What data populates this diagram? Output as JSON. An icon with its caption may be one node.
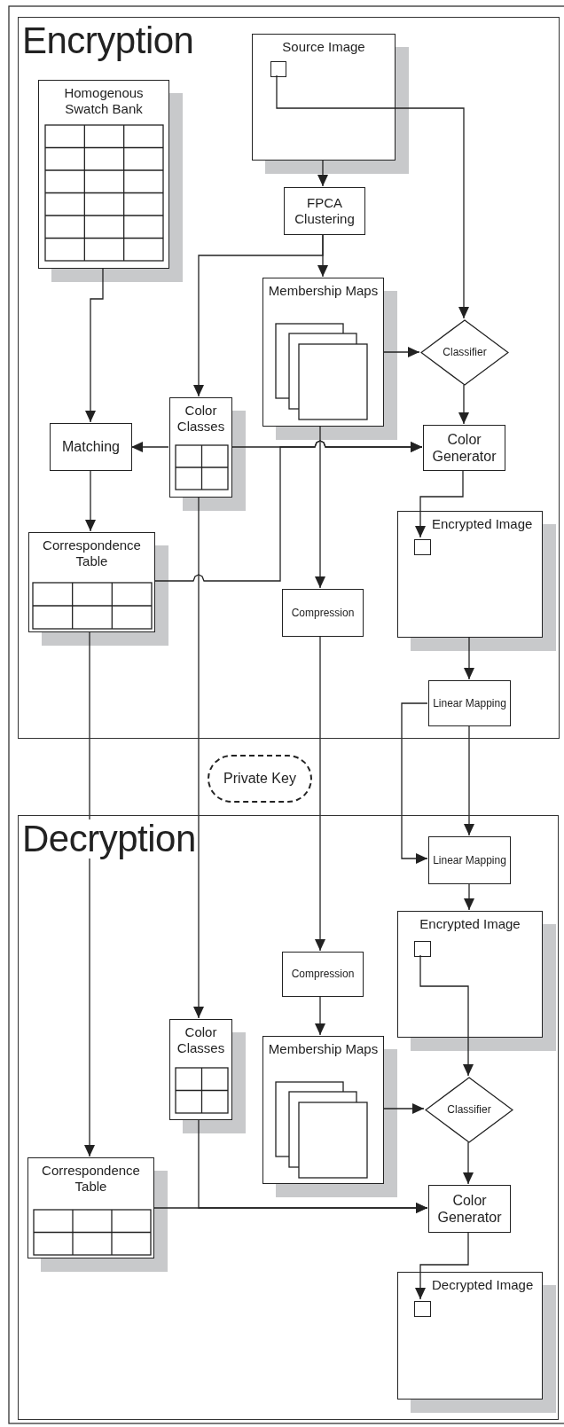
{
  "diagram": {
    "nodes": [
      {
        "text": [
          "Encryption"
        ]
      },
      {
        "text": [
          "Source Image"
        ],
        "in": 0
      },
      {
        "text": [],
        "shape": "box",
        "in": 1
      },
      {
        "text": [
          "Homogenous Swatch Bank"
        ],
        "in": 0
      },
      {
        "text": [
          "FPCA Clustering"
        ],
        "in": 0
      },
      {
        "text": [
          "Membership Maps"
        ],
        "in": 0
      },
      {
        "text": [
          "Classifier"
        ],
        "in": 0
      },
      {
        "text": [
          "Color Classes"
        ],
        "in": 0
      },
      {
        "text": [
          "Matching"
        ],
        "in": 0
      },
      {
        "text": [
          "Color Generator"
        ],
        "in": 0
      },
      {
        "text": [
          "Correspondence Table"
        ],
        "in": 0
      },
      {
        "text": [
          "Compression"
        ],
        "in": 0
      },
      {
        "text": [
          "Encrypted Image"
        ],
        "in": 0
      },
      {
        "text": [],
        "shape": "box",
        "in": 12
      },
      {
        "text": [
          "Linear Mapping"
        ],
        "in": 0
      },
      {
        "text": [
          "Private Key"
        ]
      },
      {
        "text": [
          "Decryption"
        ]
      },
      {
        "text": [
          "Linear Mapping"
        ],
        "in": 16
      },
      {
        "text": [
          "Encrypted Image"
        ],
        "in": 16
      },
      {
        "text": [],
        "shape": "box",
        "in": 18
      },
      {
        "text": [
          "Compression"
        ],
        "in": 16
      },
      {
        "text": [
          "Color Classes"
        ],
        "in": 16
      },
      {
        "text": [
          "Membership Maps"
        ],
        "in": 16
      },
      {
        "text": [
          "Classifier"
        ],
        "in": 16
      },
      {
        "text": [
          "Correspondence Table"
        ],
        "in": 16
      },
      {
        "text": [
          "Color Generator"
        ],
        "in": 16
      },
      {
        "text": [
          "Decrypted Image"
        ],
        "in": 16
      },
      {
        "text": [],
        "shape": "box",
        "in": 26
      }
    ],
    "edges": [
      {
        "from": 1,
        "to": 4,
        "arrow": "to"
      },
      {
        "from": 2,
        "to": 6,
        "arrow": "to"
      },
      {
        "from": 4,
        "to": 5,
        "arrow": "to"
      },
      {
        "from": 4,
        "to": 7,
        "arrow": "to"
      },
      {
        "from": 3,
        "to": 8,
        "arrow": "to"
      },
      {
        "from": 5,
        "to": 6,
        "arrow": "to"
      },
      {
        "from": 6,
        "to": 9,
        "arrow": "to"
      },
      {
        "from": 7,
        "to": 8,
        "arrow": "to"
      },
      {
        "from": 7,
        "to": 9,
        "arrow": "to"
      },
      {
        "from": 10,
        "to": 9,
        "arrow": "to"
      },
      {
        "from": 5,
        "to": 11,
        "arrow": "to"
      },
      {
        "from": 8,
        "to": 10,
        "arrow": "to"
      },
      {
        "from": 9,
        "to": 13,
        "arrow": "to"
      },
      {
        "from": 12,
        "to": 14,
        "arrow": "to"
      },
      {
        "from": 14,
        "to": 17,
        "arrow": "to"
      },
      {
        "from": 14,
        "to": 17,
        "arrow": "to"
      },
      {
        "from": 17,
        "to": 18,
        "arrow": "to"
      },
      {
        "from": 10,
        "to": 24,
        "arrow": "to"
      },
      {
        "from": 7,
        "to": 21,
        "arrow": "to"
      },
      {
        "from": 11,
        "to": 20,
        "arrow": "to"
      },
      {
        "from": 20,
        "to": 22,
        "arrow": "to"
      },
      {
        "from": 19,
        "to": 23,
        "arrow": "to"
      },
      {
        "from": 22,
        "to": 23,
        "arrow": "to"
      },
      {
        "from": 23,
        "to": 25,
        "arrow": "to"
      },
      {
        "from": 21,
        "to": 25,
        "arrow": "to"
      },
      {
        "from": 24,
        "to": 25,
        "arrow": "to"
      },
      {
        "from": 25,
        "to": 27,
        "arrow": "to"
      }
    ]
  }
}
